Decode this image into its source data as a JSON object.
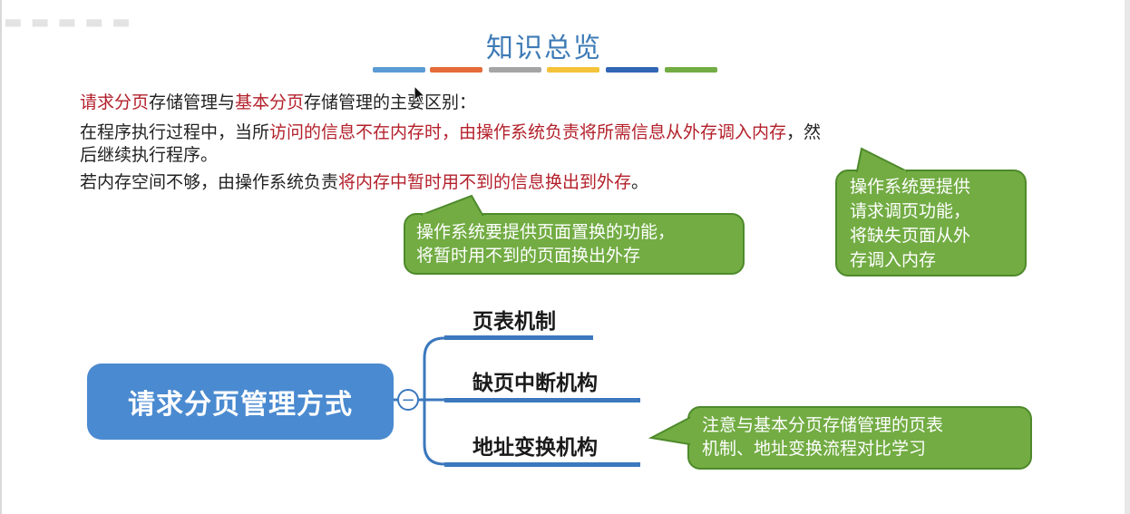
{
  "slide": {
    "title": "知识总览",
    "color_bar": [
      "#5b9bd5",
      "#e46c3a",
      "#a5a5a5",
      "#f4c33a",
      "#3166b5",
      "#72ac43"
    ]
  },
  "comparison": {
    "line1": [
      {
        "text": "请求分页",
        "red": true
      },
      {
        "text": "存储管理与",
        "red": false
      },
      {
        "text": "基本分页",
        "red": true
      },
      {
        "text": "存储管理的主要区别：",
        "red": false
      }
    ],
    "line2": [
      {
        "text": "在程序执行过程中，当所",
        "red": false
      },
      {
        "text": "访问的信息不在内存时，由操作系统负责将所需信息从外存调入内存",
        "red": true
      },
      {
        "text": "，然",
        "red": false
      }
    ],
    "line3": [
      {
        "text": "后继续执行程序。",
        "red": false
      }
    ],
    "line4": [
      {
        "text": "若内存空间不够，由操作系统负责",
        "red": false
      },
      {
        "text": "将内存中暂时用不到的信息换出到外存",
        "red": true
      },
      {
        "text": "。",
        "red": false
      }
    ]
  },
  "callouts": {
    "page_replace": [
      "操作系统要提供页面置换的功能，",
      "将暂时用不到的页面换出外存"
    ],
    "page_request": [
      "操作系统要提供",
      "请求调页功能，",
      "将缺失页面从外",
      "存调入内存"
    ],
    "compare_note": [
      "注意与基本分页存储管理的页表",
      "机制、地址变换流程对比学习"
    ]
  },
  "mindmap": {
    "root": "请求分页管理方式",
    "collapse_symbol": "−",
    "branches": [
      "页表机制",
      "缺页中断机构",
      "地址变换机构"
    ]
  }
}
